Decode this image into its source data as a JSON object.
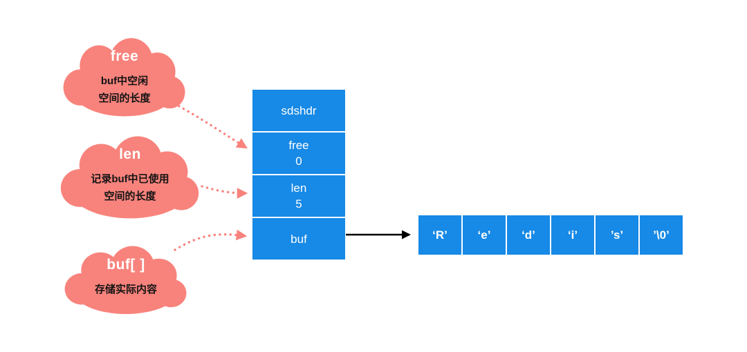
{
  "clouds": [
    {
      "title": "free",
      "line1": "buf中空闲",
      "line2": "空间的长度"
    },
    {
      "title": "len",
      "line1": "记录buf中已使用",
      "line2": "空间的长度"
    },
    {
      "title": "buf[ ]",
      "line1": "存储实际内容"
    }
  ],
  "struct": {
    "header": "sdshdr",
    "rows": [
      {
        "label": "free",
        "value": "0"
      },
      {
        "label": "len",
        "value": "5"
      },
      {
        "label": "buf"
      }
    ]
  },
  "array": {
    "cells": [
      "‘R’",
      "‘e’",
      "‘d’",
      "‘i’",
      "’s’",
      "’\\0’"
    ]
  },
  "colors": {
    "blue": "#1789E6",
    "pink": "#F8837C"
  }
}
